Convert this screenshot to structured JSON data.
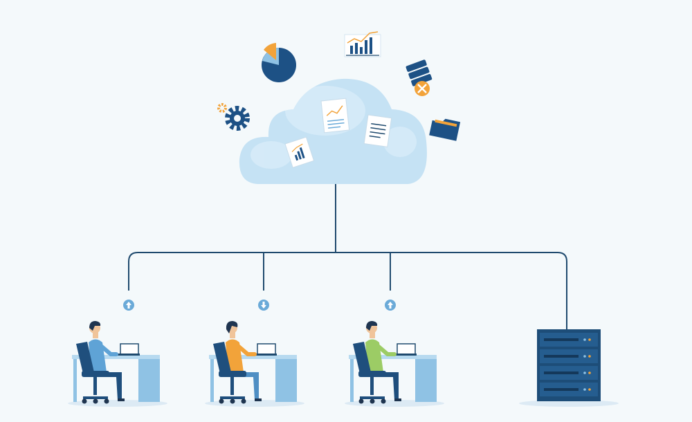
{
  "illustration": {
    "subject": "cloud-network",
    "colors": {
      "background": "#f4f9fb",
      "cloud": "#c5e2f4",
      "cloud_light": "#dbeefa",
      "line": "#1f4a6e",
      "navy": "#1d5185",
      "orange": "#f2a33a",
      "desk": "#8fc2e4",
      "desk_top": "#b7daf0",
      "chair": "#1f4f7d",
      "server": "#1d4d78",
      "floor": "#dceaf4"
    },
    "icons": [
      "pie-chart-icon",
      "bar-chart-icon",
      "gear-icon",
      "database-icon",
      "wrench-icon",
      "folder-icon",
      "document-icon",
      "upload-arrow-icon",
      "download-arrow-icon"
    ],
    "workstations": [
      {
        "shirt": "#5fa3d6",
        "hair": "#1f3550",
        "pants": "#1f4f7d",
        "arrow": "up"
      },
      {
        "shirt": "#f2a33a",
        "hair": "#1f3550",
        "pants": "#4f8fc4",
        "arrow": "down"
      },
      {
        "shirt": "#9ccc65",
        "hair": "#1f3550",
        "pants": "#1f4f7d",
        "arrow": "up"
      }
    ]
  }
}
